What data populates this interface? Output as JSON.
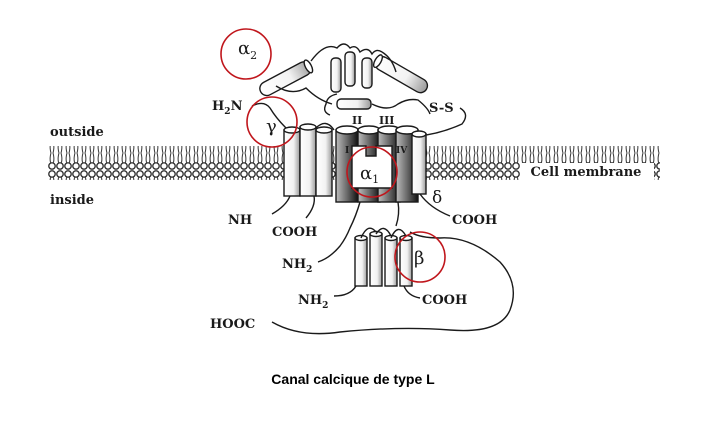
{
  "labels": {
    "outside": "outside",
    "inside": "inside",
    "cell_membrane": "Cell membrane",
    "alpha2": "α",
    "alpha2_sub": "2",
    "gamma": "γ",
    "alpha1": "α",
    "alpha1_sub": "1",
    "beta": "β",
    "delta": "δ",
    "h2n": "H",
    "h2n_sub": "2",
    "h2n_n": "N",
    "ss": "S-S",
    "roman_i": "I",
    "roman_ii": "II",
    "roman_iii": "III",
    "roman_iv": "IV",
    "nh": "NH",
    "cooh_gamma": "COOH",
    "cooh_delta": "COOH",
    "nh2_a": "NH",
    "nh2_a_sub": "2",
    "nh2_b": "NH",
    "nh2_b_sub": "2",
    "cooh_beta": "COOH",
    "hooc": "HOOC"
  },
  "caption": "Canal calcique de type L",
  "colors": {
    "highlight_circle": "#c0161c",
    "membrane": "#333333",
    "outline": "#1a1a1a"
  }
}
